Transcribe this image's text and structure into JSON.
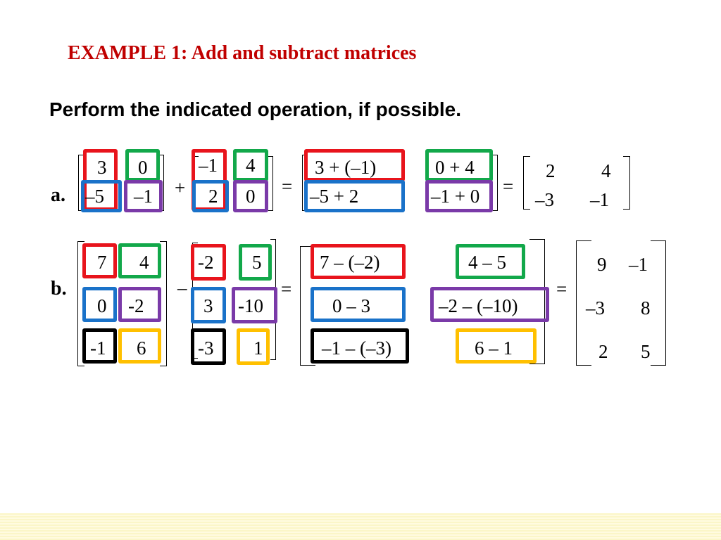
{
  "title": "EXAMPLE 1: Add and subtract matrices",
  "subtitle": "Perform the indicated operation, if possible.",
  "colors": {
    "title": "#c00000",
    "red": "#e8141c",
    "green": "#12a84a",
    "blue": "#1a72c9",
    "purple": "#7a3aa8",
    "black": "#000000",
    "gold": "#ffc000"
  },
  "part_a": {
    "label": "a.",
    "plus": "+",
    "eq1": "=",
    "eq2": "=",
    "m1": [
      "3",
      "0",
      "–5",
      "–1"
    ],
    "m2": [
      "–1",
      "4",
      "2",
      "0"
    ],
    "expr": [
      "3 + (–1)",
      "0 + 4",
      "–5 + 2",
      "–1 + 0"
    ],
    "result": [
      "2",
      "4",
      "–3",
      "–1"
    ]
  },
  "part_b": {
    "label": "b.",
    "minus": "–",
    "eq1": "=",
    "eq2": "=",
    "m1": [
      "7",
      "4",
      "0",
      "-2",
      "-1",
      "6"
    ],
    "m2": [
      "-2",
      "5",
      "3",
      "-10",
      "-3",
      "1"
    ],
    "expr": [
      "7 – (–2)",
      "4 – 5",
      "0 – 3",
      "–2 – (–10)",
      "–1 – (–3)",
      "6 – 1"
    ],
    "result": [
      "9",
      "–1",
      "–3",
      "8",
      "2",
      "5"
    ]
  }
}
